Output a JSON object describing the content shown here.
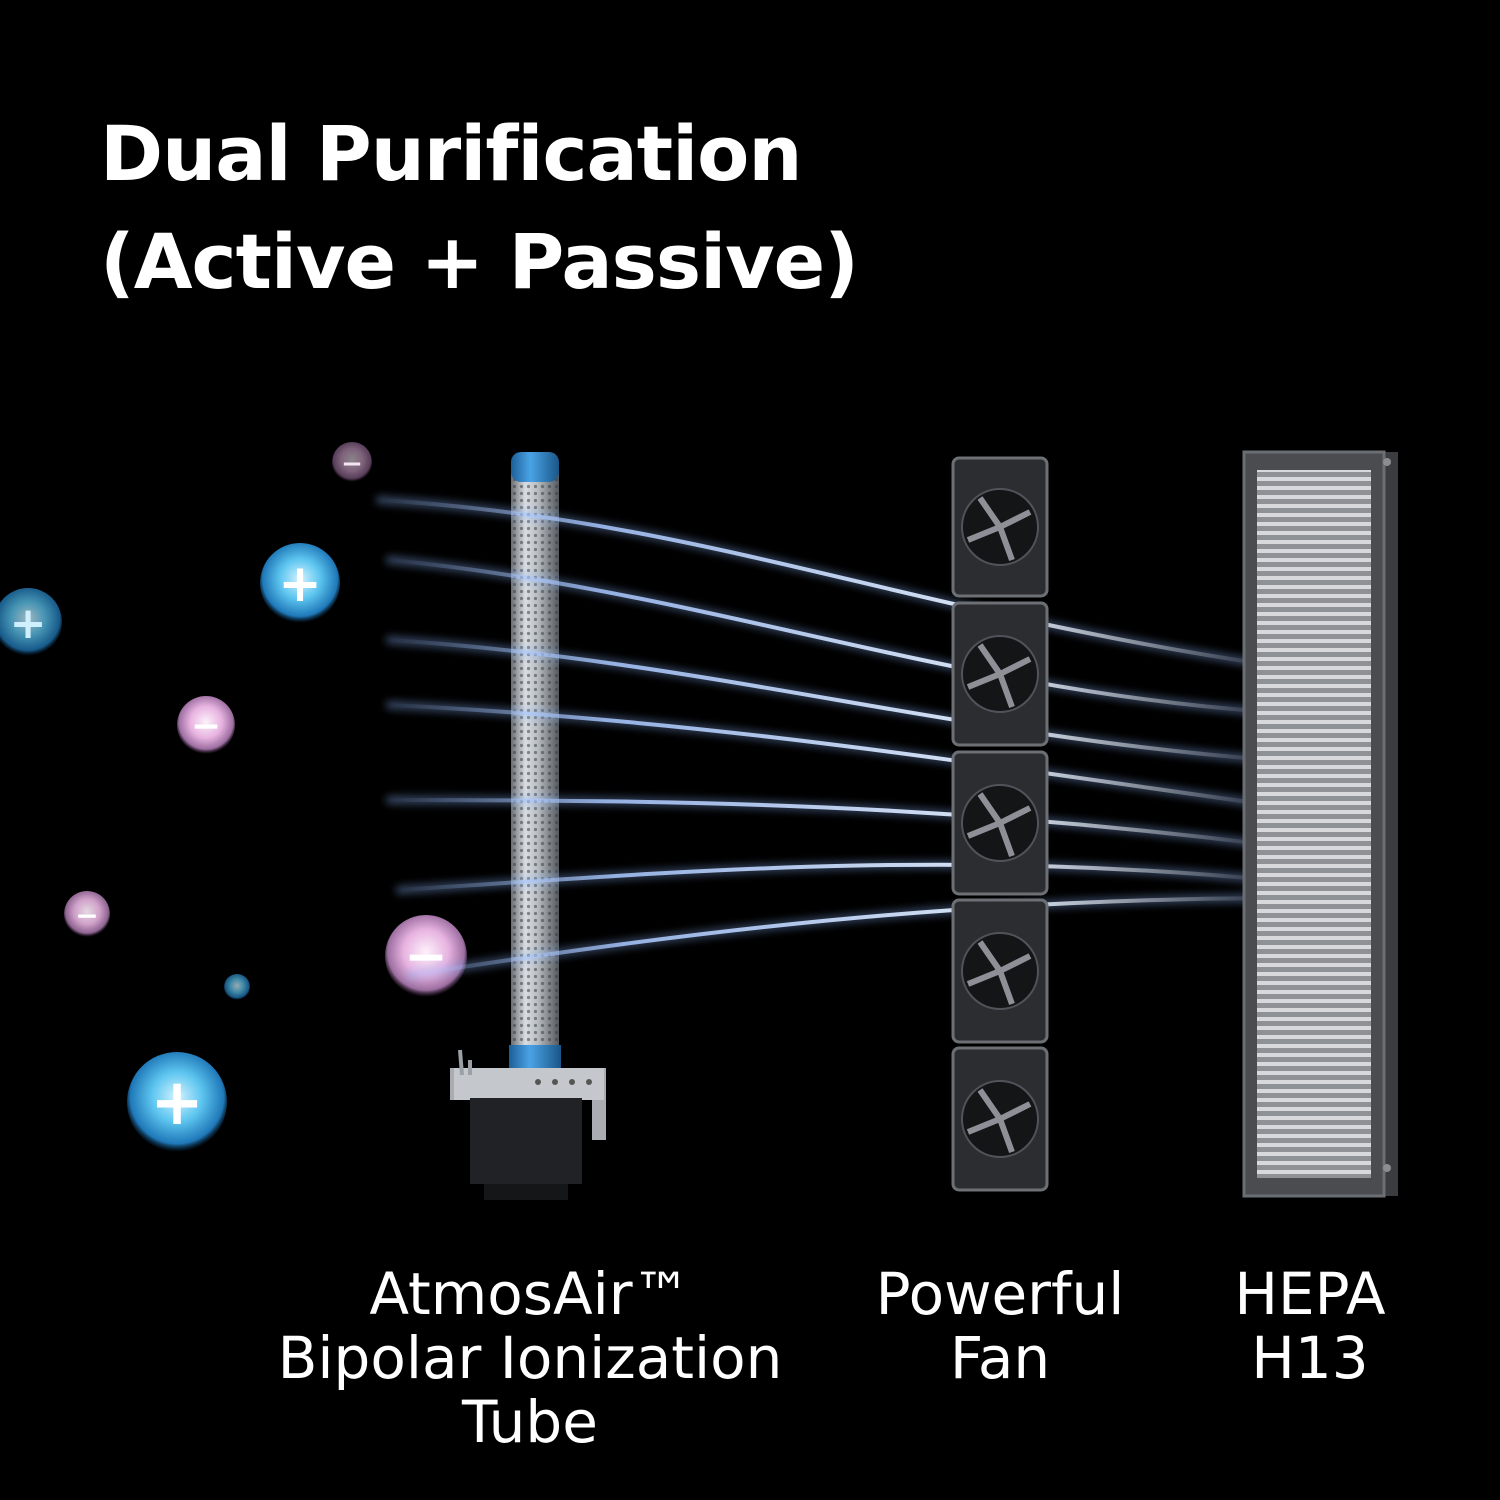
{
  "title": {
    "line1": "Dual Purification",
    "line2": "(Active + Passive)"
  },
  "components": [
    {
      "lines": [
        "AtmosAir™",
        "Bipolar Ionization",
        "Tube"
      ]
    },
    {
      "lines": [
        "Powerful",
        "Fan"
      ]
    },
    {
      "lines": [
        "HEPA",
        "H13"
      ]
    }
  ],
  "ions": [
    {
      "sign": "+",
      "charge": "positive"
    },
    {
      "sign": "−",
      "charge": "negative"
    }
  ],
  "colors": {
    "background": "#000000",
    "text": "#ffffff",
    "tube_cap": "#3a8fd6",
    "positive_ion": "#5ec6f0",
    "negative_ion": "#e7b3e0",
    "airflow": "#a9c8ff"
  }
}
